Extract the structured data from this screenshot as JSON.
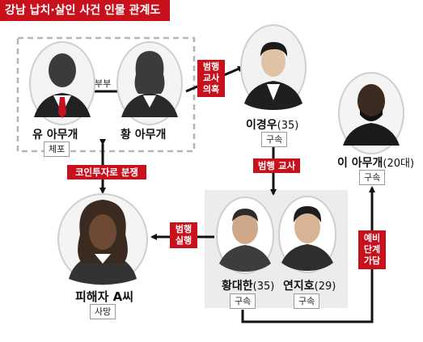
{
  "title": "강남 납치·살인 사건 인물 관계도",
  "couple_label": "부부",
  "people": {
    "yu": {
      "name": "유 아무개",
      "status": "체포"
    },
    "hwang": {
      "name": "황 아무개"
    },
    "lee_gyeongwoo": {
      "name": "이경우",
      "age": "(35)",
      "status": "구속"
    },
    "lee": {
      "name": "이 아무개",
      "age": "(20대)",
      "status": "구속"
    },
    "victim": {
      "name": "피해자 A씨",
      "status": "사망"
    },
    "hwang_daehan": {
      "name": "황대한",
      "age": "(35)",
      "status": "구속"
    },
    "yeon_jiho": {
      "name": "연지호",
      "age": "(29)",
      "status": "구속"
    }
  },
  "relations": {
    "instigation_suspect": [
      "범행",
      "교사",
      "의혹"
    ],
    "coin_dispute": "코인투자로 분쟁",
    "instigation": "범행 교사",
    "execution": [
      "범행",
      "실행"
    ],
    "prep_stage": [
      "예비",
      "단계",
      "가담"
    ]
  },
  "colors": {
    "accent": "#c8111d",
    "group_box": "#ececec",
    "dashed_border": "#b5b5b5",
    "arrow": "#111111"
  }
}
